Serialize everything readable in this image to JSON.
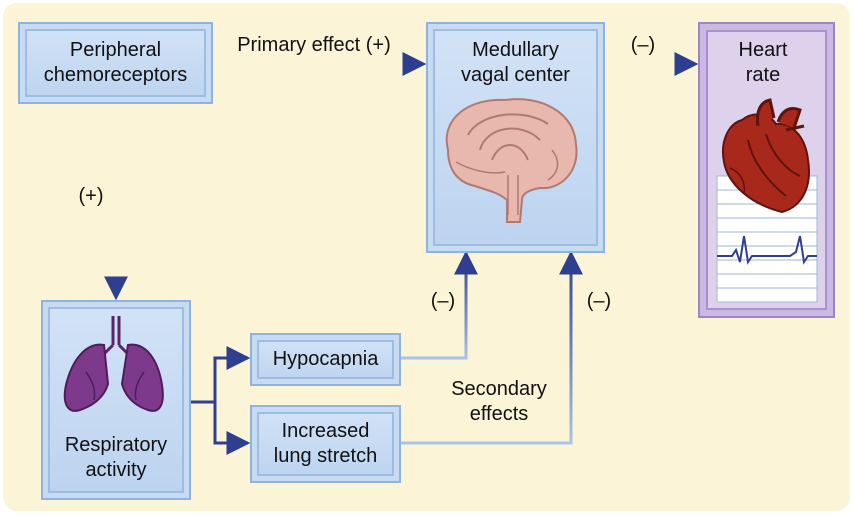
{
  "nodes": {
    "peripheral": "Peripheral\nchemoreceptors",
    "medullary": "Medullary\nvagal center",
    "heart_rate": "Heart\nrate",
    "respiratory": "Respiratory\nactivity",
    "hypocapnia": "Hypocapnia",
    "lung_stretch": "Increased\nlung stretch"
  },
  "edge_labels": {
    "primary_effect": "Primary effect (+)",
    "heart_negative": "(–)",
    "resp_positive": "(+)",
    "hypocapnia_negative": "(–)",
    "stretch_negative": "(–)",
    "secondary_effects": "Secondary\neffects"
  },
  "colors": {
    "background": "#fbf4d6",
    "box_fill": "#c9dcf3",
    "heart_box_fill": "#ddd1ec",
    "arrow": "#2f3f8f",
    "brain": "#e8b7ae",
    "lungs": "#7d3a8c",
    "heart": "#a8281c"
  },
  "icons": [
    "brain-icon",
    "lungs-icon",
    "heart-icon",
    "ecg-trace-icon"
  ]
}
